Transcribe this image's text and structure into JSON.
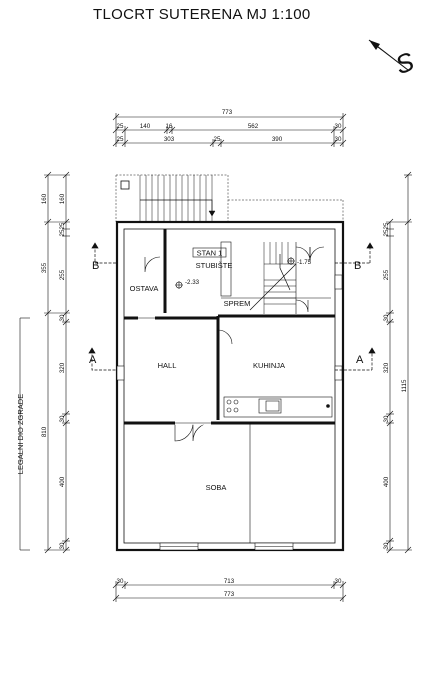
{
  "title": "TLOCRT SUTERENA  MJ 1:100",
  "north_label": "S",
  "side_label": "LEGALNI DIO ZGRADE",
  "rooms": {
    "stan": "STAN 1",
    "stubiste": "STUBIŠTE",
    "ostava": "OSTAVA",
    "sprem": "SPREM",
    "hall": "HALL",
    "kuhinja": "KUHINJA",
    "soba": "SOBA"
  },
  "levels": {
    "stair_level": "-2.33",
    "right_level": "-1.75"
  },
  "sections": {
    "b_left": "B",
    "b_right": "B",
    "a_left": "A",
    "a_right": "A"
  },
  "dims_top_row1": [
    "773"
  ],
  "dims_top_row2": [
    "25",
    "140",
    "16",
    "562",
    "30"
  ],
  "dims_top_row3": [
    "25",
    "303",
    "25",
    "390",
    "30"
  ],
  "dims_bottom_row1": [
    "30",
    "713",
    "30"
  ],
  "dims_bottom_row2": [
    "773"
  ],
  "dims_left_outer": [
    "810"
  ],
  "dims_left_inner": [
    "160",
    "25",
    "25",
    "255",
    "30",
    "320",
    "30",
    "400",
    "30"
  ],
  "dims_left_mid": [
    "160",
    "355"
  ],
  "dims_right_inner": [
    "25",
    "25",
    "255",
    "30",
    "320",
    "30",
    "400",
    "30"
  ],
  "dims_right_outer": [
    "1115"
  ]
}
